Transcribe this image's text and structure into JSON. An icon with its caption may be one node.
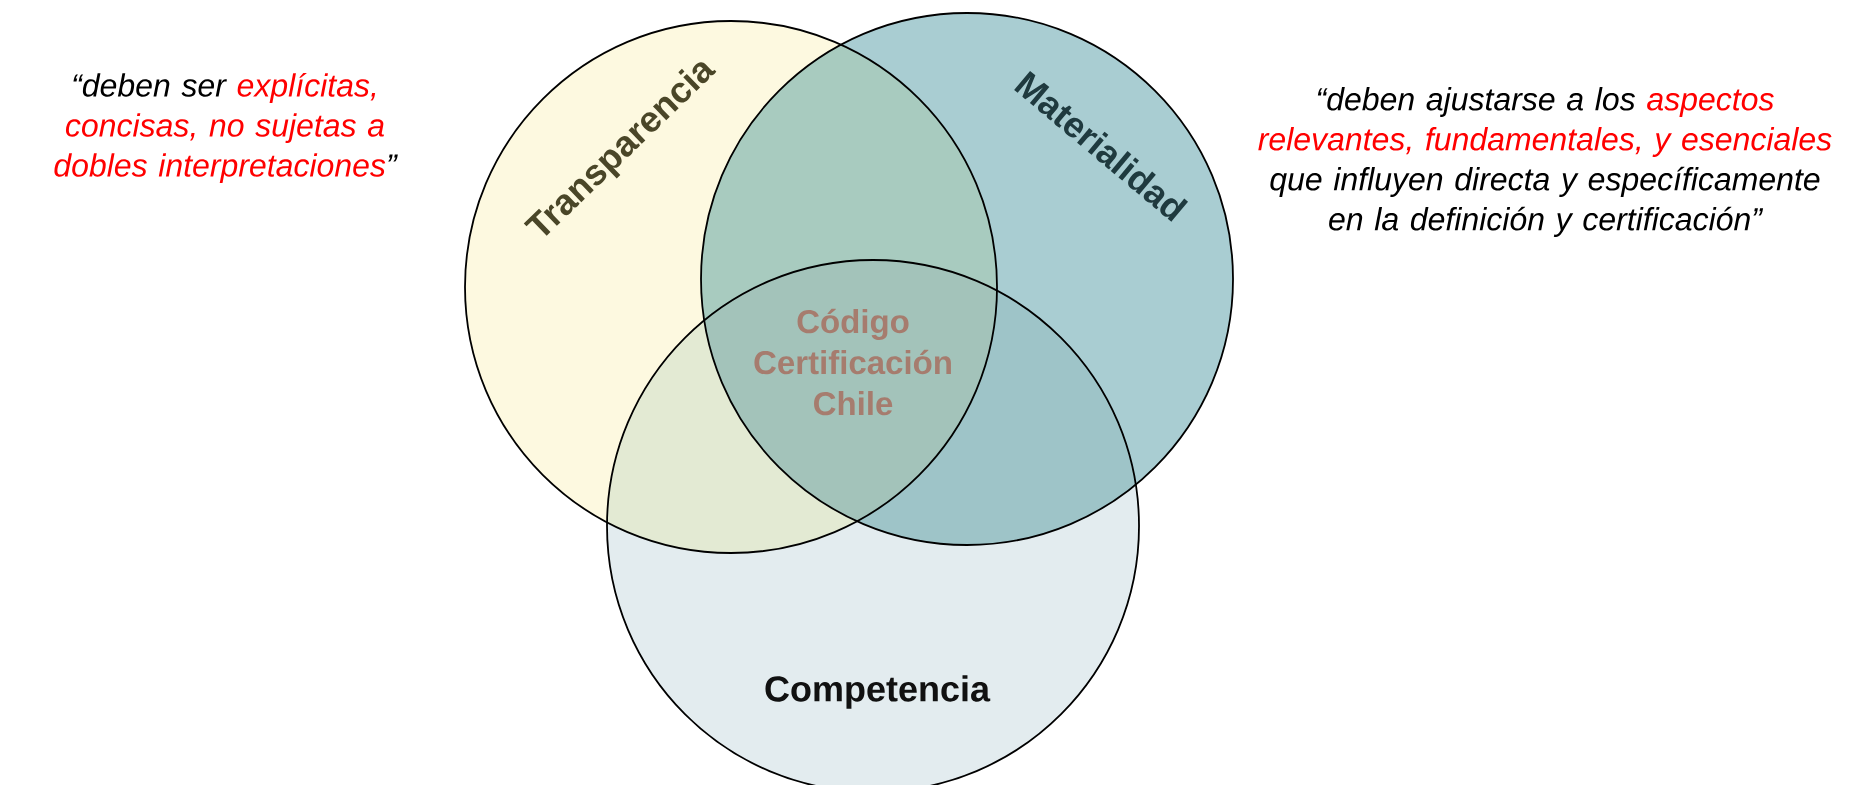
{
  "diagram": {
    "nodes": [
      {
        "text": [
          "Transparencia"
        ]
      },
      {
        "text": [
          "Materialidad"
        ]
      },
      {
        "text": [
          "Competencia"
        ]
      }
    ],
    "labels": [
      "“deben ser",
      "explícitas, concisas, no sujetas a dobles interpretaciones",
      "”",
      "“deben ajustarse a los",
      "aspectos relevantes, fundamentales, y esenciales",
      "que influyen directa y específicamente en la definición y certificación”",
      "Código Certificación Chile"
    ]
  }
}
